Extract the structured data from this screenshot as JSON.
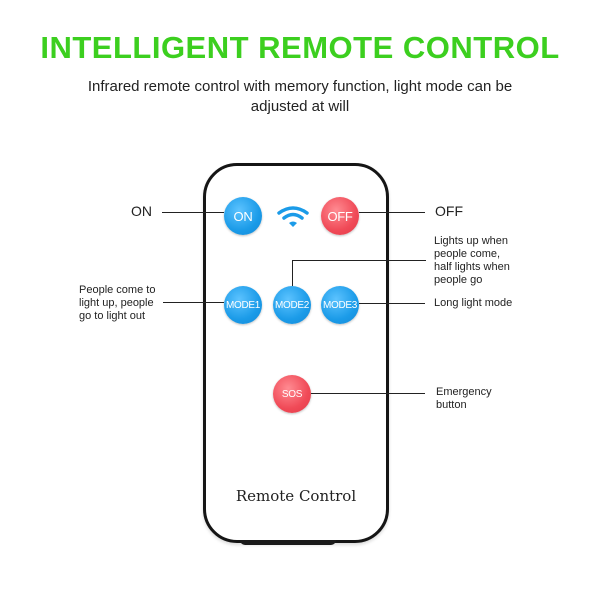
{
  "title": "INTELLIGENT REMOTE CONTROL",
  "subtitle": "Infrared remote control with memory function, light mode can be adjusted at will",
  "buttons": {
    "on": "ON",
    "off": "OFF",
    "mode1": "MODE1",
    "mode2": "MODE2",
    "mode3": "MODE3",
    "sos": "SOS"
  },
  "remote_label": "Remote Control",
  "callouts": {
    "on": "ON",
    "off": "OFF",
    "mode1": "People come to light up, people go to light out",
    "mode2": "Lights up when people come, half lights when people go",
    "mode3": "Long light mode",
    "sos": "Emergency button"
  },
  "colors": {
    "title": "#3ccf1f",
    "blue_button": "#1b9be8",
    "red_button": "#f04a57"
  },
  "icons": {
    "signal": "wifi-icon"
  }
}
